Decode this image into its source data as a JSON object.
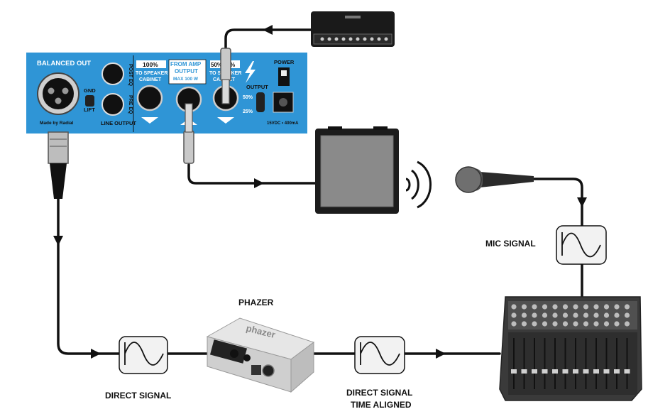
{
  "panel": {
    "balanced_out": "BALANCED OUT",
    "gnd": "GND",
    "lift": "LIFT",
    "post_eq": "POST EQ",
    "pre_eq": "PRE EQ",
    "line_output": "LINE OUTPUT",
    "pct_100": "100%",
    "to_speaker_cabinet_1a": "TO SPEAKER",
    "to_speaker_cabinet_1b": "CABINET",
    "from_amp_1": "FROM AMP",
    "from_amp_2": "OUTPUT",
    "from_amp_3": "MAX 100 W",
    "pct_50_25": "50% 25%",
    "to_speaker_cabinet_2a": "TO SPEAKER",
    "to_speaker_cabinet_2b": "CABINET",
    "output": "OUTPUT",
    "sw_50": "50%",
    "sw_25": "25%",
    "power": "POWER",
    "dc_rating": "15VDC • 400mA",
    "brand": "Made by Radial"
  },
  "labels": {
    "mic_signal": "MIC SIGNAL",
    "phazer": "PHAZER",
    "direct_signal": "DIRECT SIGNAL",
    "direct_time_1": "DIRECT SIGNAL",
    "direct_time_2": "TIME ALIGNED",
    "phazer_logo": "phazer"
  },
  "colors": {
    "panel_blue": "#2f95d6",
    "cable": "#111111",
    "box_fill": "#f2f2f2"
  }
}
